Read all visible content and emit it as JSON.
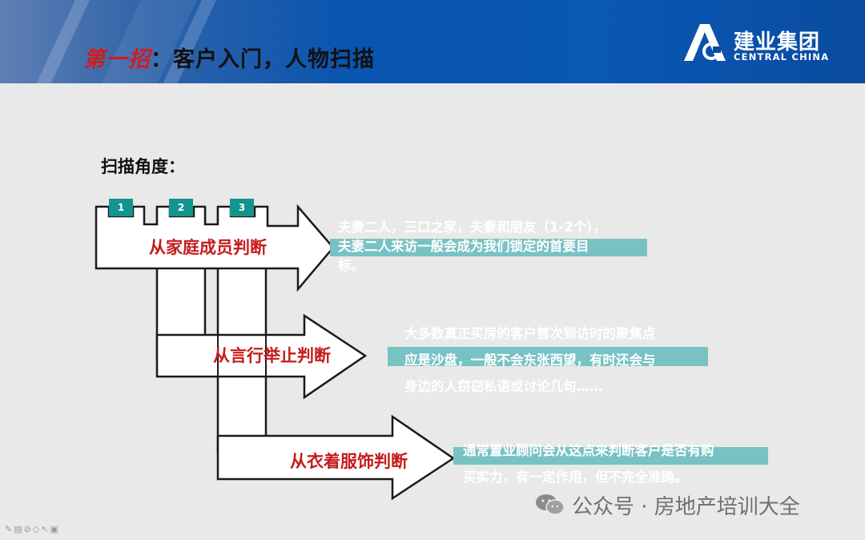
{
  "header": {
    "title_accent": "第一招",
    "title_rest": "：客户入门，人物扫描",
    "logo_cn": "建业集团",
    "logo_en": "CENTRAL CHINA"
  },
  "section_heading": "扫描角度：",
  "tabs": [
    "1",
    "2",
    "3"
  ],
  "items": [
    {
      "label": "从家庭成员判断",
      "lines": [
        "夫妻二人，三口之家，夫妻和朋友（1-2个），",
        "夫妻二人来访一般会成为我们锁定的首要目",
        "标。"
      ]
    },
    {
      "label": "从言行举止判断",
      "lines": [
        "大多数真正买房的客户首次到访时的聚焦点",
        "应是沙盘，一般不会东张西望，有时还会与",
        "身边的人窃窃私语或讨论几句……"
      ]
    },
    {
      "label": "从衣着服饰判断",
      "lines": [
        "通常置业顾问会从这点来判断客户是否有购",
        "买实力，有一定作用，但不完全准确。"
      ]
    }
  ],
  "colors": {
    "banner_blue": "#0a55b0",
    "accent_red": "#d41b1b",
    "label_red": "#c51b1b",
    "teal_tab": "#12958f",
    "teal_bar": "#78c2c4"
  },
  "watermark": "公众号 · 房地产培训大全",
  "watermark_icon": "wechat-icon"
}
